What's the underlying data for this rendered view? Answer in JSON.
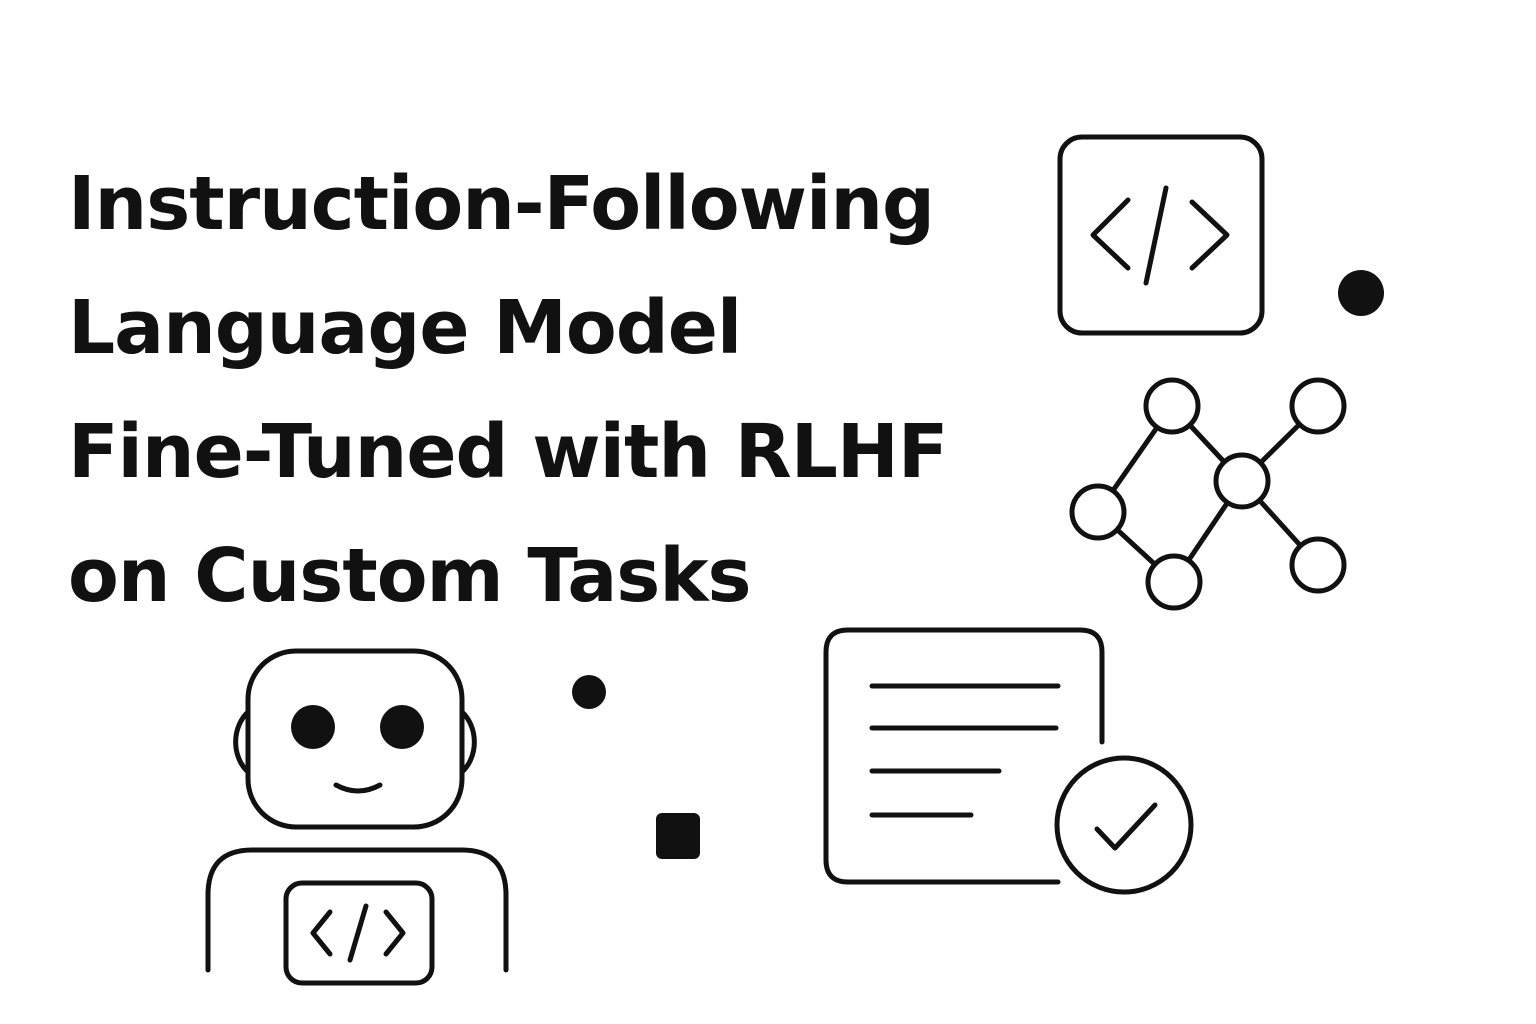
{
  "title": {
    "lines": [
      "Instruction-Following",
      "Language Model",
      "Fine-Tuned with RLHF",
      "on Custom Tasks"
    ]
  },
  "colors": {
    "background": "#ffffff",
    "ink": "#111111"
  },
  "icons": [
    "code-window-icon",
    "network-graph-icon",
    "robot-icon",
    "document-check-icon",
    "dot-icon",
    "square-icon"
  ]
}
